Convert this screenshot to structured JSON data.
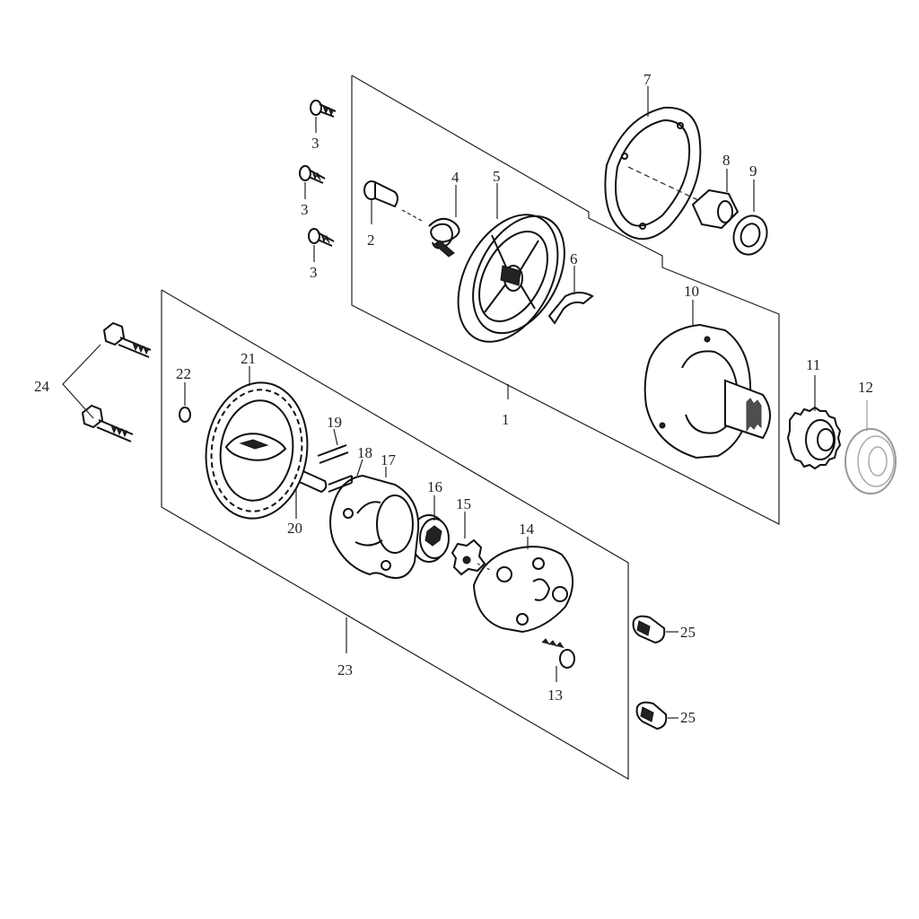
{
  "labels": {
    "p1": "1",
    "p2": "2",
    "p3a": "3",
    "p3b": "3",
    "p3c": "3",
    "p4": "4",
    "p5": "5",
    "p6": "6",
    "p7": "7",
    "p8": "8",
    "p9": "9",
    "p10": "10",
    "p11": "11",
    "p12": "12",
    "p13": "13",
    "p14": "14",
    "p15": "15",
    "p16": "16",
    "p17": "17",
    "p18": "18",
    "p19": "19",
    "p20": "20",
    "p21": "21",
    "p22": "22",
    "p23": "23",
    "p24": "24",
    "p25a": "25",
    "p25b": "25"
  }
}
